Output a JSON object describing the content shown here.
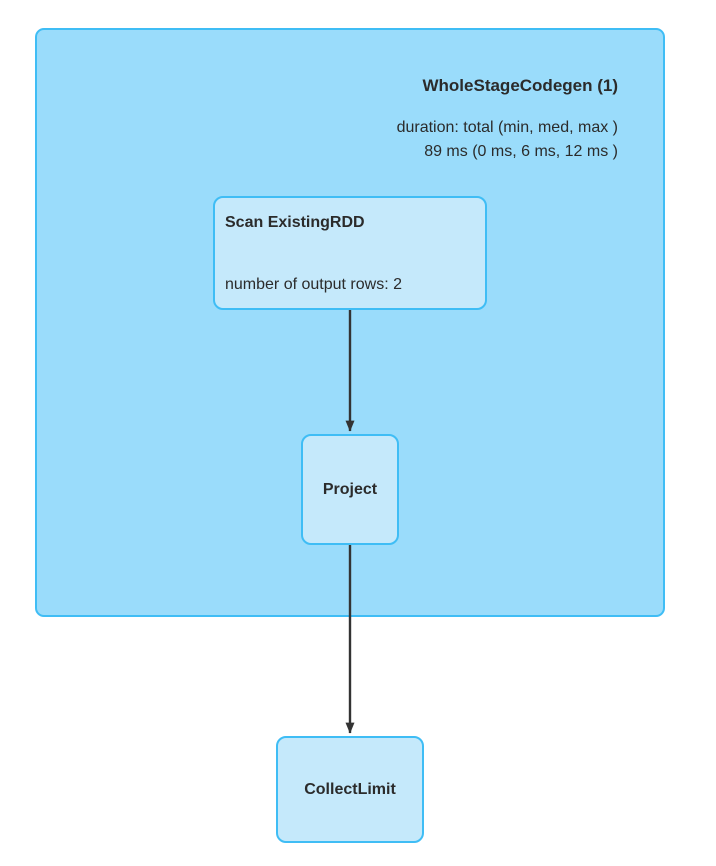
{
  "diagram": {
    "type": "spark-sql-query-plan",
    "background_color": "#ffffff",
    "colors": {
      "stage_fill": "#9adcfb",
      "node_fill": "#c5e9fb",
      "border": "#3fbdf5",
      "edge": "#333333",
      "text": "#2b2b2b"
    }
  },
  "stage": {
    "title": "WholeStageCodegen (1)",
    "metrics": [
      "duration: total (min, med, max )",
      "89 ms (0 ms, 6 ms, 12 ms )"
    ]
  },
  "nodes": [
    {
      "id": "scan",
      "title": "Scan ExistingRDD",
      "metric": "number of output rows: 2"
    },
    {
      "id": "project",
      "title": "Project",
      "metric": ""
    },
    {
      "id": "collect_limit",
      "title": "CollectLimit",
      "metric": ""
    }
  ],
  "edges": [
    {
      "id": "scan-to-project",
      "from": "scan",
      "to": "project"
    },
    {
      "id": "project-to-collect-limit",
      "from": "project",
      "to": "collect_limit"
    }
  ]
}
